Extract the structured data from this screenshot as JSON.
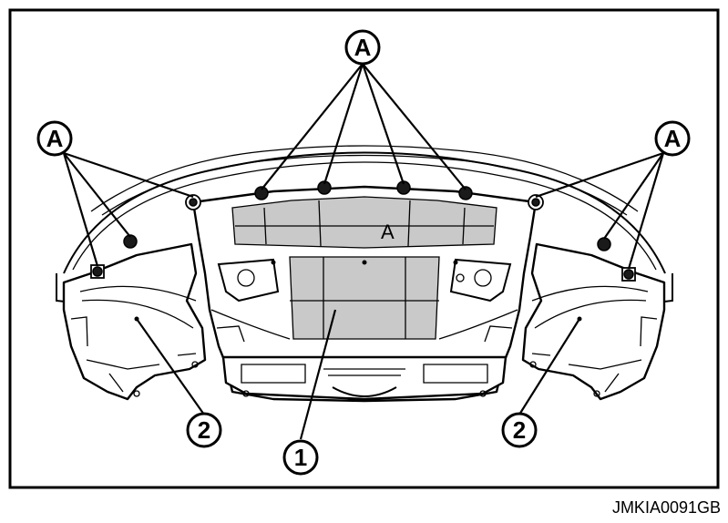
{
  "figure": {
    "reference_code": "JMKIA0091GB",
    "panel_label": "A",
    "callouts": {
      "fastener": "A",
      "center_panel": "1",
      "side_panel": "2"
    }
  },
  "colors": {
    "line": "#000000",
    "background": "#ffffff",
    "shade": "#c9c9c9"
  }
}
